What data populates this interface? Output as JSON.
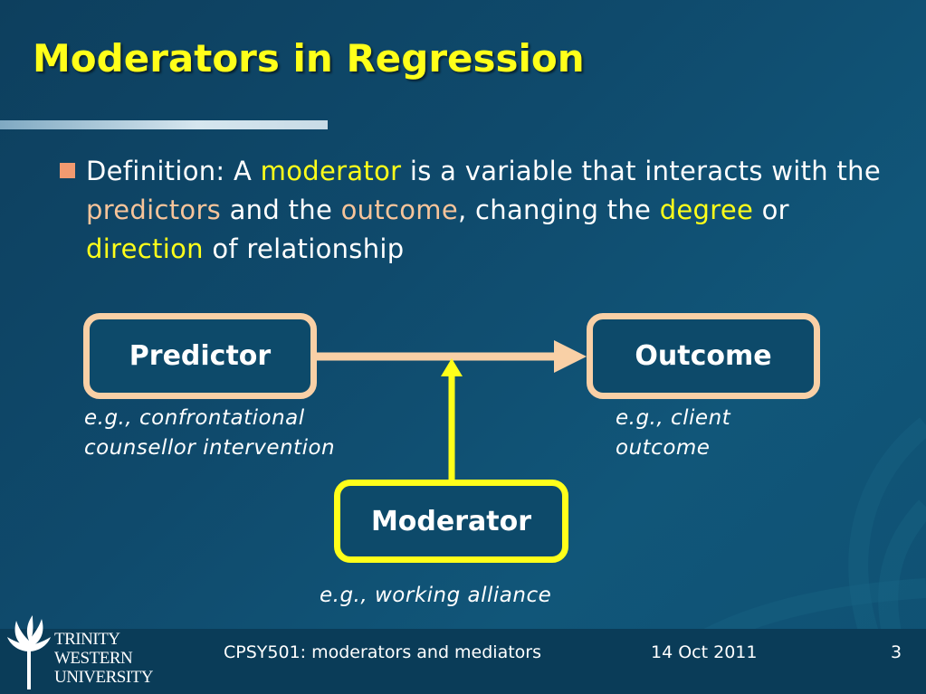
{
  "slide": {
    "title": "Moderators in Regression",
    "definition": {
      "prefix": "Definition: A ",
      "term_moderator": "moderator",
      "mid1": " is a variable that interacts with the ",
      "term_predictors": "predictors",
      "mid2": " and the ",
      "term_outcome": "outcome",
      "mid3": ", changing the ",
      "term_degree": "degree",
      "mid4": " or ",
      "term_direction": "direction",
      "suffix": " of relationship"
    }
  },
  "diagram": {
    "predictor": {
      "label": "Predictor",
      "example_line1": "e.g., confrontational",
      "example_line2": "counsellor intervention"
    },
    "outcome": {
      "label": "Outcome",
      "example_line1": "e.g., client",
      "example_line2": "outcome"
    },
    "moderator": {
      "label": "Moderator",
      "example": "e.g., working alliance"
    },
    "colors": {
      "peach": "#f9d0a6",
      "yellow": "#ffff1a"
    }
  },
  "footer": {
    "logo": {
      "line1": "TRINITY",
      "line2": "WESTERN",
      "line3": "UNIVERSITY"
    },
    "course": "CPSY501: moderators and mediators",
    "date": "14 Oct 2011",
    "page": "3"
  }
}
